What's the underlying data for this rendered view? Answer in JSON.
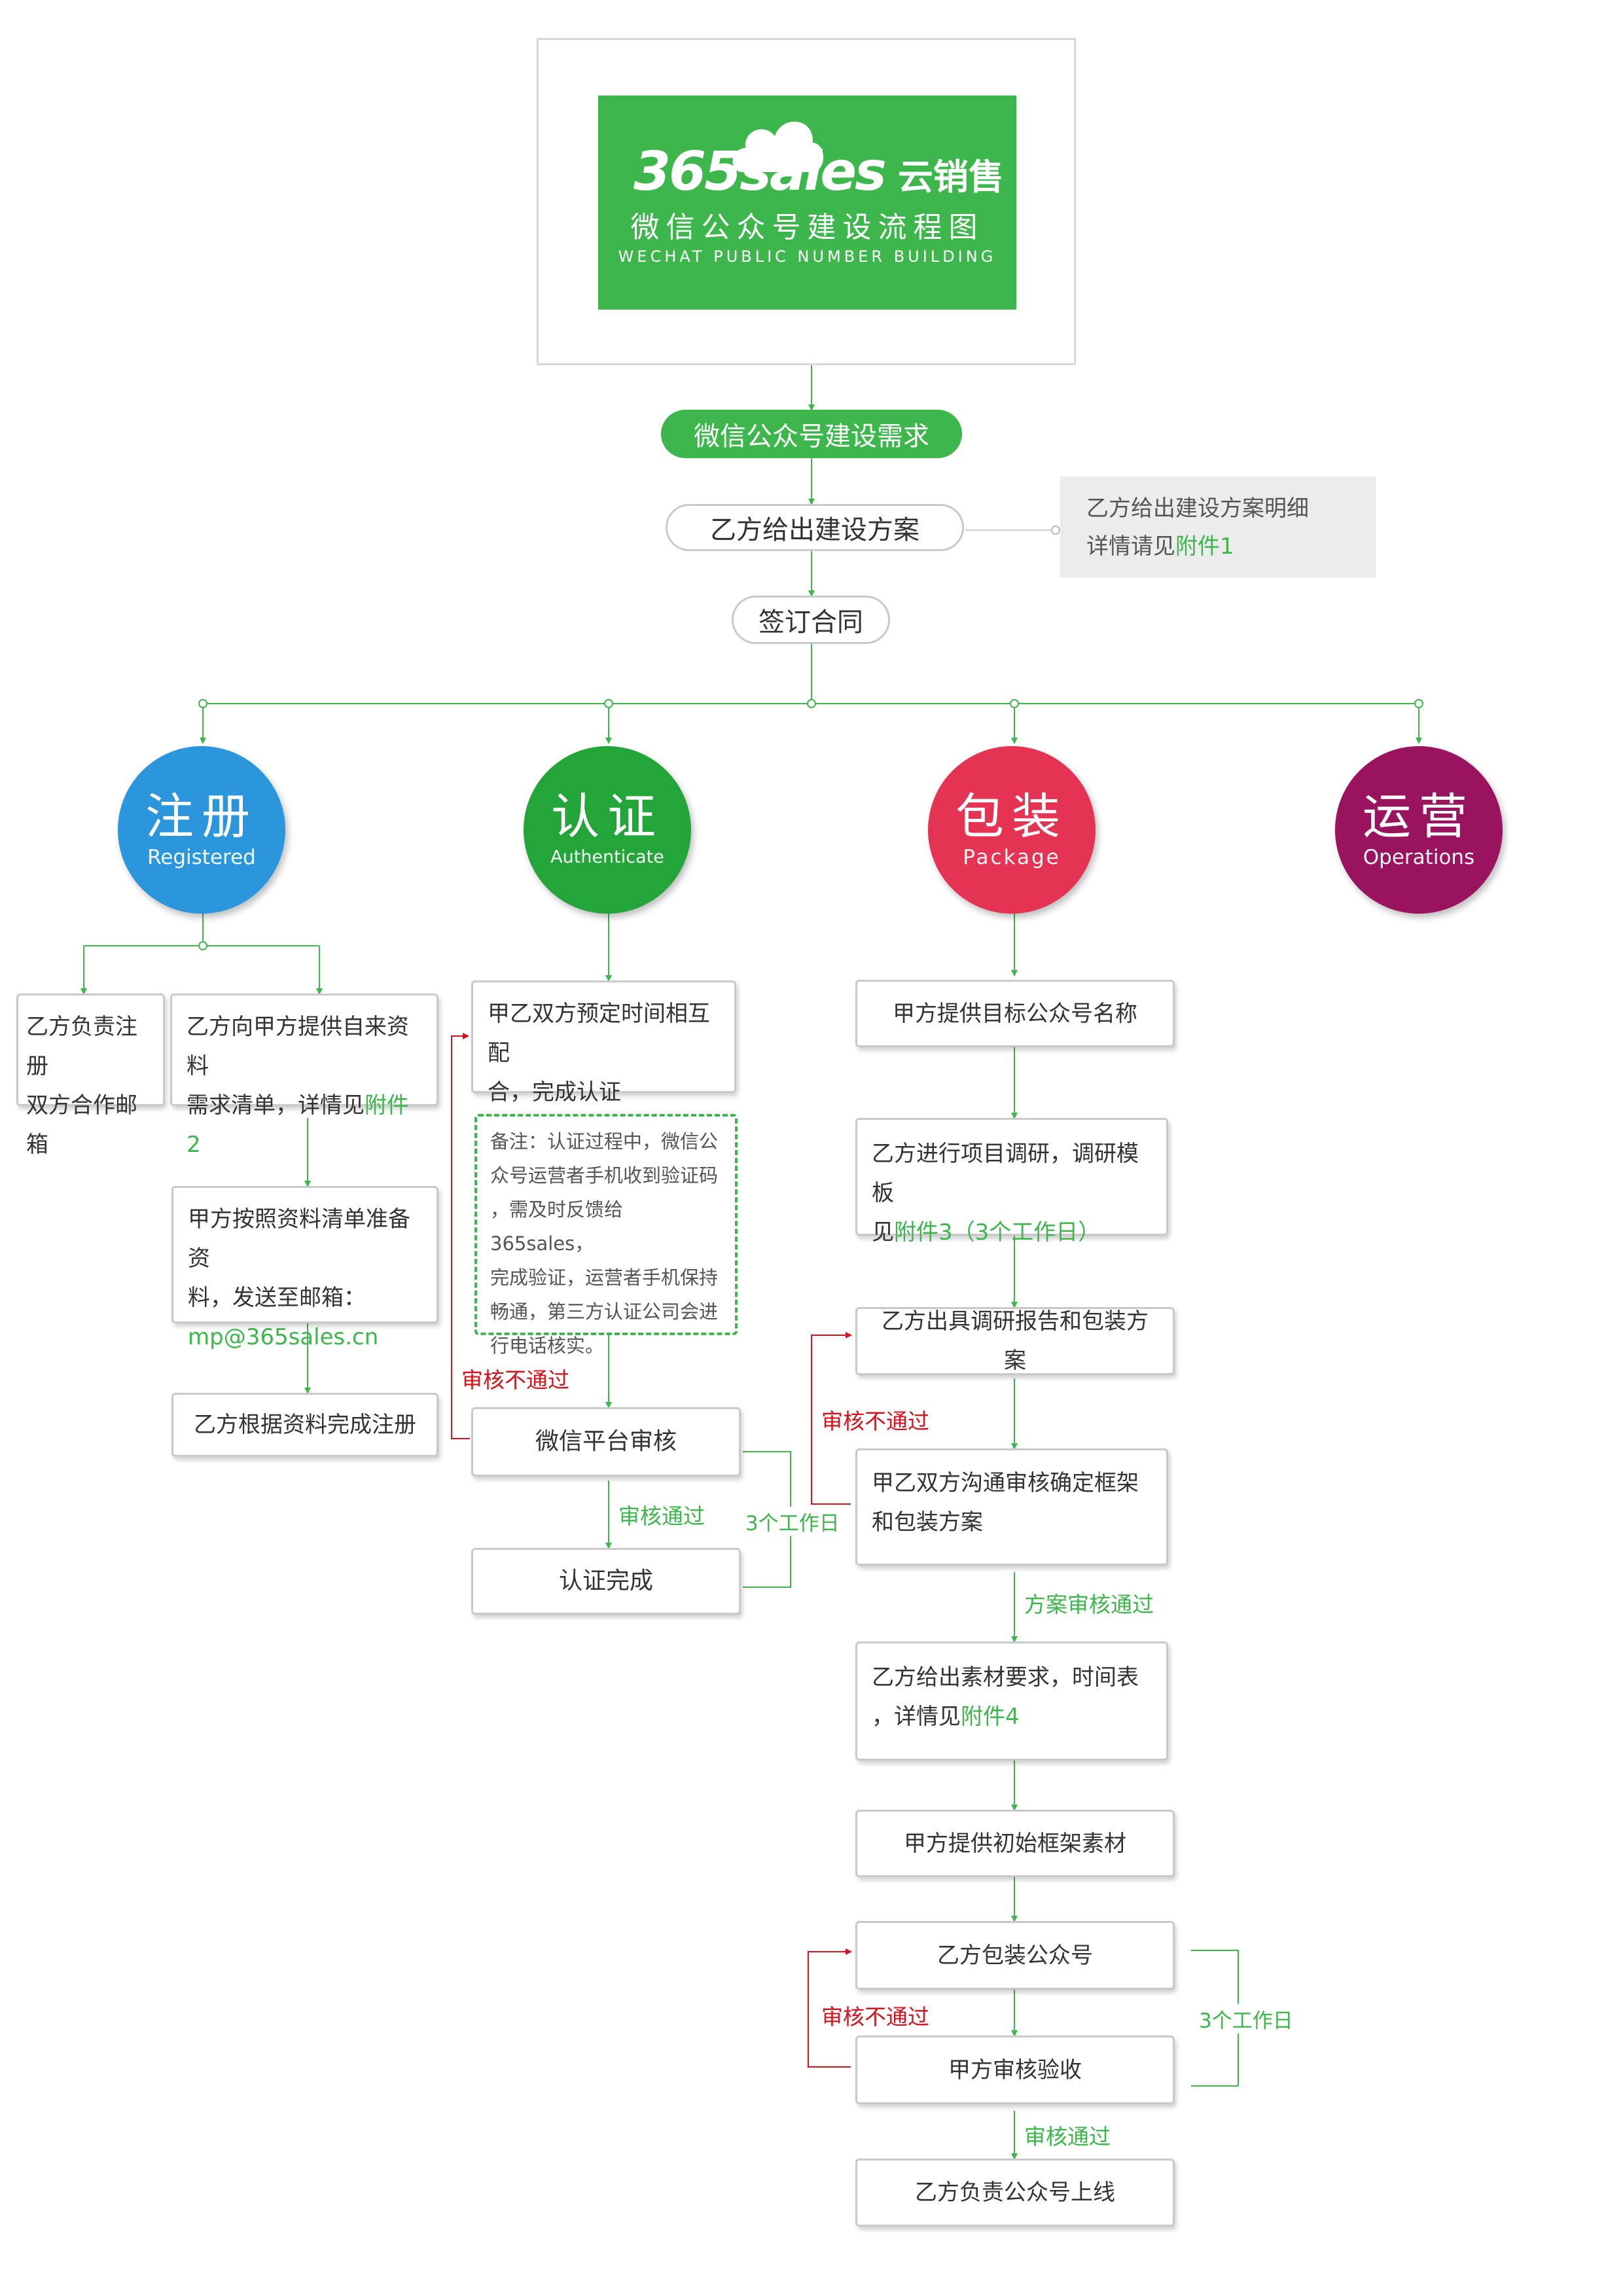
{
  "header": {
    "logo_text": "365sales",
    "brand_zh": "云销售",
    "title": "微信公众号建设流程图",
    "subtitle": "WECHAT PUBLIC NUMBER BUILDING",
    "brand_color": "#3db64c"
  },
  "top_flow": {
    "demand": "微信公众号建设需求",
    "plan": "乙方给出建设方案",
    "contract": "签订合同",
    "note_line1": "乙方给出建设方案明细",
    "note_line2_prefix": "详情请见",
    "note_line2_link": "附件1"
  },
  "phases": [
    {
      "zh": "注册",
      "en": "Registered",
      "color": "#2b96dc"
    },
    {
      "zh": "认证",
      "en": "Authenticate",
      "color": "#23a53a"
    },
    {
      "zh": "包装",
      "en": "Package",
      "color": "#e53353"
    },
    {
      "zh": "运营",
      "en": "Operations",
      "color": "#9a135f"
    }
  ],
  "register": {
    "b1_l1": "乙方负责注册",
    "b1_l2": "双方合作邮箱",
    "b2_l1": "乙方向甲方提供自来资料",
    "b2_l2_prefix": "需求清单，详情见",
    "b2_l2_link": "附件2",
    "b3_l1": "甲方按照资料清单准备资",
    "b3_l2": "料，发送至邮箱：",
    "b3_l3": "mp@365sales.cn",
    "b4": "乙方根据资料完成注册"
  },
  "auth": {
    "b1_l1": "甲乙双方预定时间相互配",
    "b1_l2": "合，完成认证",
    "note_lines": [
      "备注：认证过程中，微信公",
      "众号运营者手机收到验证码",
      "，需及时反馈给365sales，",
      "完成验证，运营者手机保持",
      "畅通，第三方认证公司会进",
      "行电话核实。"
    ],
    "reject": "审核不通过",
    "review": "微信平台审核",
    "pass": "审核通过",
    "days": "3个工作日",
    "done": "认证完成"
  },
  "package": {
    "b1": "甲方提供目标公众号名称",
    "b2_l1": "乙方进行项目调研，调研模板",
    "b2_l2_prefix": "见",
    "b2_l2_link": "附件3（3个工作日）",
    "b3": "乙方出具调研报告和包装方案",
    "reject1": "审核不通过",
    "b4_l1": "甲乙双方沟通审核确定框架",
    "b4_l2": "和包装方案",
    "pass1": "方案审核通过",
    "b5_l1": "乙方给出素材要求，时间表",
    "b5_l2_prefix": "，详情见",
    "b5_l2_link": "附件4",
    "b6": "甲方提供初始框架素材",
    "b7": "乙方包装公众号",
    "reject2": "审核不通过",
    "days": "3个工作日",
    "b8": "甲方审核验收",
    "pass2": "审核通过",
    "b9": "乙方负责公众号上线"
  }
}
